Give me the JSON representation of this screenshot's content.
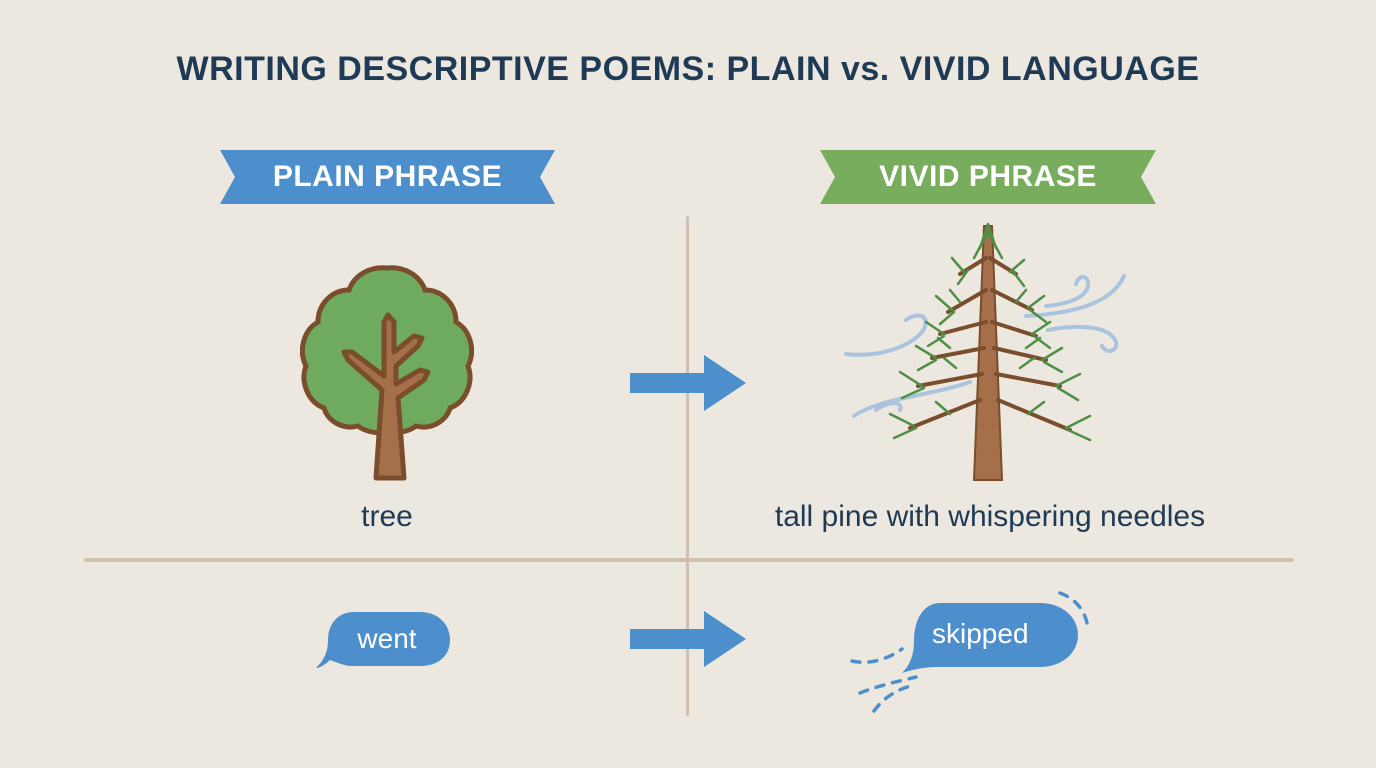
{
  "title": "WRITING DESCRIPTIVE POEMS: PLAIN vs. VIVID LANGUAGE",
  "columns": {
    "plain": {
      "label": "PLAIN PHRASE",
      "color": "#4d8fcc"
    },
    "vivid": {
      "label": "VIVID PHRASE",
      "color": "#78ad5e"
    }
  },
  "rows": [
    {
      "plain": {
        "icon": "simple-tree-icon",
        "text": "tree"
      },
      "vivid": {
        "icon": "pine-tree-wind-icon",
        "text": "tall pine with whispering needles"
      }
    },
    {
      "plain": {
        "icon": "speech-bubble",
        "text": "went"
      },
      "vivid": {
        "icon": "speech-bubble-motion",
        "text": "skipped"
      }
    }
  ],
  "colors": {
    "background": "#ece8e0",
    "text": "#1f3a55",
    "accent_blue": "#4d8fcc",
    "accent_green": "#78ad5e",
    "divider": "#cfc0ad",
    "trunk": "#a56f4a",
    "outline": "#7a4e2c",
    "foliage": "#6fab5e",
    "wind": "#a9c4dc"
  }
}
